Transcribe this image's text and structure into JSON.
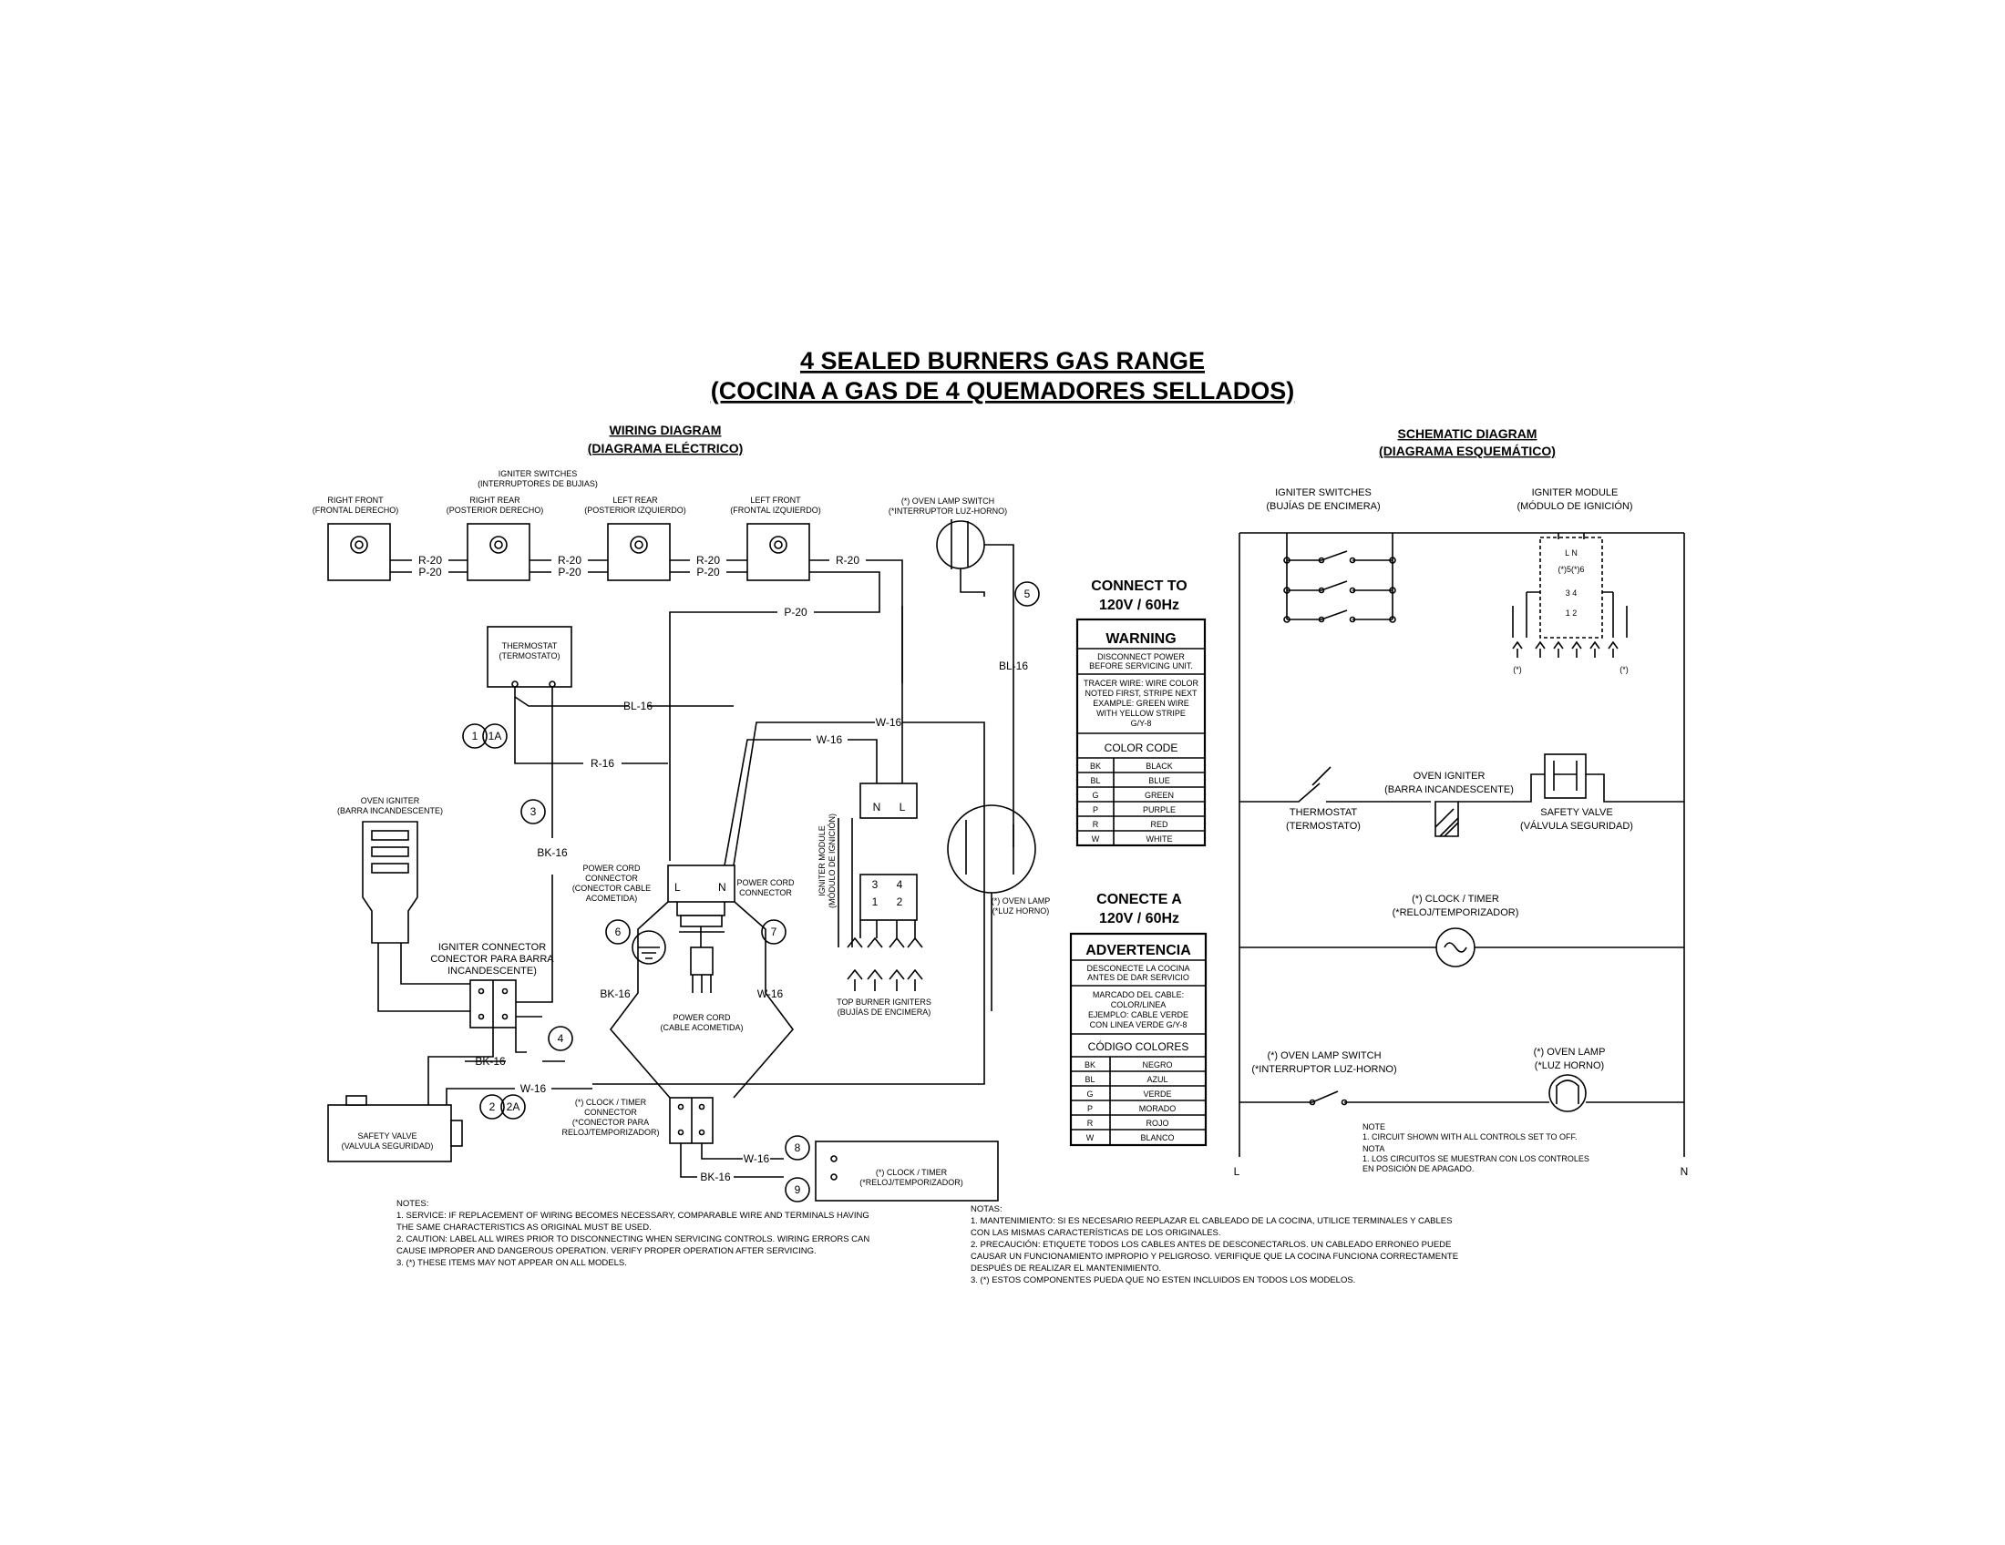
{
  "title": {
    "line1": "4 SEALED BURNERS GAS RANGE",
    "line2": "(COCINA A GAS DE 4 QUEMADORES SELLADOS)"
  },
  "wiring": {
    "heading1": "WIRING DIAGRAM",
    "heading2": "(DIAGRAMA ELÉCTRICO)",
    "igniter_switches_1": "IGNITER SWITCHES",
    "igniter_switches_2": "(INTERRUPTORES DE BUJIAS)",
    "right_front_1": "RIGHT FRONT",
    "right_front_2": "(FRONTAL DERECHO)",
    "right_rear_1": "RIGHT REAR",
    "right_rear_2": "(POSTERIOR DERECHO)",
    "left_rear_1": "LEFT REAR",
    "left_rear_2": "(POSTERIOR IZQUIERDO)",
    "left_front_1": "LEFT FRONT",
    "left_front_2": "(FRONTAL IZQUIERDO)",
    "oven_lamp_switch_1": "(*) OVEN LAMP SWITCH",
    "oven_lamp_switch_2": "(*INTERRUPTOR LUZ-HORNO)",
    "thermostat_1": "THERMOSTAT",
    "thermostat_2": "(TERMOSTATO)",
    "oven_igniter_1": "OVEN IGNITER",
    "oven_igniter_2": "(BARRA INCANDESCENTE)",
    "igniter_conn_1": "IGNITER CONNECTOR",
    "igniter_conn_2": "CONECTOR PARA BARRA",
    "igniter_conn_3": "INCANDESCENTE)",
    "safety_valve_1": "SAFETY VALVE",
    "safety_valve_2": "(VALVULA SEGURIDAD)",
    "pc_conn_left_1": "POWER CORD",
    "pc_conn_left_2": "CONNECTOR",
    "pc_conn_left_3": "(CONECTOR CABLE",
    "pc_conn_left_4": "ACOMETIDA)",
    "pc_conn_right_1": "POWER CORD",
    "pc_conn_right_2": "CONNECTOR",
    "power_cord_1": "POWER CORD",
    "power_cord_2": "(CABLE ACOMETIDA)",
    "clock_conn_1": "(*) CLOCK / TIMER",
    "clock_conn_2": "CONNECTOR",
    "clock_conn_3": "(*CONECTOR PARA",
    "clock_conn_4": "RELOJ/TEMPORIZADOR)",
    "clock_timer_1": "(*) CLOCK / TIMER",
    "clock_timer_2": "(*RELOJ/TEMPORIZADOR)",
    "igniter_module_1": "IGNITER MODULE",
    "igniter_module_2": "(MÓDULO DE IGNICIÓN)",
    "top_burner_1": "TOP BURNER IGNITERS",
    "top_burner_2": "(BUJÍAS DE ENCIMERA)",
    "oven_lamp_1": "(*) OVEN LAMP",
    "oven_lamp_2": "(*LUZ HORNO)",
    "module_N": "N",
    "module_L": "L",
    "module_3": "3",
    "module_4": "4",
    "module_1": "1",
    "module_2": "2",
    "conn_L": "L",
    "conn_N": "N",
    "wires": {
      "r20": "R-20",
      "p20": "P-20",
      "bl16": "BL-16",
      "r16": "R-16",
      "bk16": "BK-16",
      "w16": "W-16"
    },
    "callouts": {
      "c1": "1",
      "c1a": "1A",
      "c2": "2",
      "c2a": "2A",
      "c3": "3",
      "c4": "4",
      "c5": "5",
      "c6": "6",
      "c7": "7",
      "c8": "8",
      "c9": "9"
    }
  },
  "connect": {
    "en_1": "CONNECT TO",
    "en_2": "120V / 60Hz",
    "es_1": "CONECTE A",
    "es_2": "120V / 60Hz"
  },
  "warning": {
    "heading": "WARNING",
    "line1": "DISCONNECT POWER",
    "line2": "BEFORE SERVICING UNIT.",
    "line3": "TRACER WIRE: WIRE COLOR",
    "line4": "NOTED FIRST, STRIPE NEXT",
    "line5": "EXAMPLE: GREEN WIRE",
    "line6": "WITH YELLOW STRIPE",
    "line7": "G/Y-8",
    "color_code": "COLOR CODE",
    "rows": [
      {
        "code": "BK",
        "name": "BLACK"
      },
      {
        "code": "BL",
        "name": "BLUE"
      },
      {
        "code": "G",
        "name": "GREEN"
      },
      {
        "code": "P",
        "name": "PURPLE"
      },
      {
        "code": "R",
        "name": "RED"
      },
      {
        "code": "W",
        "name": "WHITE"
      }
    ]
  },
  "advertencia": {
    "heading": "ADVERTENCIA",
    "line1": "DESCONECTE LA COCINA",
    "line2": "ANTES DE DAR SERVICIO",
    "line3": "MARCADO DEL CABLE:",
    "line4": "COLOR/LINEA",
    "line5": "EJEMPLO: CABLE VERDE",
    "line6": "CON LINEA VERDE G/Y-8",
    "color_code": "CÓDIGO COLORES",
    "rows": [
      {
        "code": "BK",
        "name": "NEGRO"
      },
      {
        "code": "BL",
        "name": "AZUL"
      },
      {
        "code": "G",
        "name": "VERDE"
      },
      {
        "code": "P",
        "name": "MORADO"
      },
      {
        "code": "R",
        "name": "ROJO"
      },
      {
        "code": "W",
        "name": "BLANCO"
      }
    ]
  },
  "schematic": {
    "heading1": "SCHEMATIC DIAGRAM",
    "heading2": "(DIAGRAMA ESQUEMÁTICO)",
    "igniter_switches_1": "IGNITER SWITCHES",
    "igniter_switches_2": "(BUJÍAS DE ENCIMERA)",
    "igniter_module_1": "IGNITER MODULE",
    "igniter_module_2": "(MÓDULO DE IGNICIÓN)",
    "thermostat_1": "THERMOSTAT",
    "thermostat_2": "(TERMOSTATO)",
    "oven_igniter_1": "OVEN IGNITER",
    "oven_igniter_2": "(BARRA INCANDESCENTE)",
    "safety_valve_1": "SAFETY VALVE",
    "safety_valve_2": "(VÁLVULA SEGURIDAD)",
    "clock_1": "(*) CLOCK / TIMER",
    "clock_2": "(*RELOJ/TEMPORIZADOR)",
    "lamp_switch_1": "(*) OVEN LAMP SWITCH",
    "lamp_switch_2": "(*INTERRUPTOR LUZ-HORNO)",
    "lamp_1": "(*) OVEN LAMP",
    "lamp_2": "(*LUZ HORNO)",
    "L": "L",
    "N": "N",
    "module_ln": "L  N",
    "module_56": "(*)5(*)6",
    "module_34": "3  4",
    "module_12": "1  2",
    "asterisk": "(*)",
    "note_1": "NOTE",
    "note_2": "1. CIRCUIT SHOWN WITH ALL CONTROLS SET TO OFF.",
    "note_3": "NOTA",
    "note_4": "1. LOS CIRCUITOS SE MUESTRAN CON LOS CONTROLES",
    "note_5": "EN POSICIÓN DE APAGADO."
  },
  "notes_en": {
    "title": "NOTES:",
    "l1": "1. SERVICE: IF REPLACEMENT OF WIRING BECOMES NECESSARY, COMPARABLE WIRE AND TERMINALS HAVING",
    "l2": "THE SAME CHARACTERISTICS AS ORIGINAL MUST BE USED.",
    "l3": "2. CAUTION: LABEL ALL WIRES PRIOR TO DISCONNECTING WHEN SERVICING CONTROLS. WIRING ERRORS CAN",
    "l4": "CAUSE IMPROPER AND DANGEROUS OPERATION. VERIFY PROPER OPERATION AFTER SERVICING.",
    "l5": "3. (*) THESE ITEMS MAY NOT APPEAR ON ALL MODELS."
  },
  "notes_es": {
    "title": "NOTAS:",
    "l1": "1. MANTENIMIENTO: SI ES NECESARIO REEPLAZAR EL CABLEADO DE LA COCINA, UTILICE TERMINALES Y CABLES",
    "l2": "CON LAS MISMAS CARACTERÍSTICAS DE LOS ORIGINALES.",
    "l3": "2. PRECAUCIÓN: ETIQUETE TODOS LOS CABLES ANTES DE DESCONECTARLOS. UN CABLEADO ERRONEO PUEDE",
    "l4": "CAUSAR UN FUNCIONAMIENTO IMPROPIO Y PELIGROSO. VERIFIQUE QUE LA COCINA FUNCIONA CORRECTAMENTE",
    "l5": "DESPUÉS DE REALIZAR EL MANTENIMIENTO.",
    "l6": "3. (*) ESTOS COMPONENTES PUEDA QUE NO ESTEN INCLUIDOS EN TODOS LOS MODELOS."
  }
}
